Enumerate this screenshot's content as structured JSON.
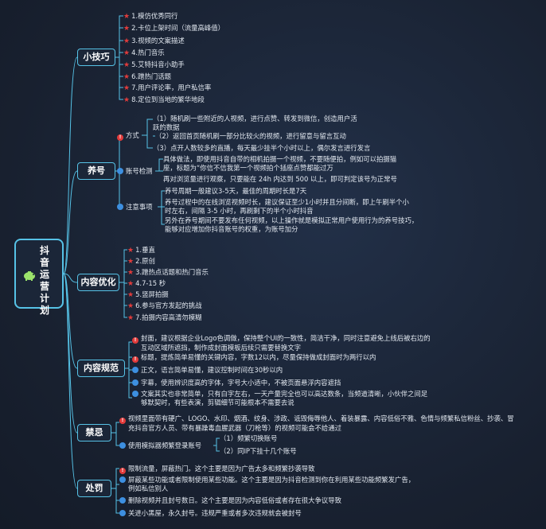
{
  "root": {
    "title": "抖音运营计划",
    "icon": "piggy-bank-icon"
  },
  "branches": {
    "tricks": {
      "label": "小技巧",
      "items": [
        "1.模仿优秀同行",
        "2.卡位上架时间（流量高峰值）",
        "3.视频的文案描述",
        "4.热门音乐",
        "5.艾特抖音小助手",
        "6.蹭热门话题",
        "7.用户评论率，用户私信率",
        "8.定位到当地的繁华地段"
      ]
    },
    "raise": {
      "label": "养号",
      "method": {
        "label": "方式",
        "items": [
          "（1）随机刷一些附近的人视频，进行点赞、转发到微信，创造用户活",
          "跃的数据",
          "（2）返回首页随机刷一部分比较火的视频，进行留意与留言互动",
          "（3）点开人数较多的直播，每天最少挂半个小时以上，偶尔发言进行发言"
        ]
      },
      "detect": {
        "label": "账号检测",
        "items": [
          "具体做法，即使用抖音自带的相机拍摄一个视频，不要随便拍，例如可以拍摄猫",
          "座，标题为“你信不信我第一个视频拍个插座点赞都能过万",
          "再对浏览量进行观察，只要能在 24h 内达到 500 以上，即可判定该号为正常号"
        ]
      },
      "notes": {
        "label": "注意事项",
        "items": [
          "养号周期一般建议3-5天，最佳的周期时长是7天",
          "养号过程中的在线浏览视频时长，建议保证至少1小时并且分间断，即上午刷半个小",
          "时左右，间隔 3-5 小时，再刷剩下的半个小时抖音",
          "另外在养号期间不要发布任何视频，以上操作就是模拟正常用户使用行为的养号技巧，",
          "能够对应增加你抖音账号的权重，为账号加分"
        ]
      }
    },
    "content_opt": {
      "label": "内容优化",
      "items": [
        "1.垂直",
        "2.原创",
        "3.蹭热点话题和热门音乐",
        "4.7-15 秒",
        "5.竖屏拍摄",
        "6.参与官方发起的挑战",
        "7.拍摄内容高清勿模糊"
      ]
    },
    "content_std": {
      "label": "内容规范",
      "items": [
        "封面，建议根据企业Logo色调做，保持整个UI的一致性，简洁干净，同时注意避免上线后被右边的",
        "互动区域所遮挡，制作成封面模板后续只需要替换文字",
        "标题，提炼简单易懂的关键内容，字数12以内，尽量保持做成封面时为两行以内",
        "正文，语言简单易懂，建议控制时间在30秒以内",
        "字幕，使用辨识度高的字体，字号大小适中，不被页面悬浮内容遮挡",
        "文案其实也非常简单，只有白字左右，一天产量完全也可以高达数条，当频道清晰，小伙伴之间足",
        "够默契时，有些表演，剪辑细节可能根本不需要去说"
      ]
    },
    "ban": {
      "label": "禁忌",
      "items": [
        "视频里面带有硬广、LOGO、水印、烟酒、纹身、涉政、诋毁侮辱他人、着装暴露、内容低俗不雅、色情与频繁私信粉丝、抄袭、冒",
        "充抖音官方人员、带有暴躁毒血腥武器（刀枪等）的视频可能会不给通过",
        "使用模拟器频繁登录账号"
      ],
      "sub": [
        "（1）频繁切换账号",
        "（2）同IP下挂十几个账号"
      ]
    },
    "punish": {
      "label": "处罚",
      "items": [
        "限制流量，屏蔽热门。这个主要是因为广告太多和频繁抄袭导致",
        "屏蔽某些功能或者限制使用某些功能。这个主要是因为抖音检测到你在利用某些功能频繁发广告，",
        "例如私信别人",
        "删除视频并且封号数日。这个主要是因为内容低俗或者存在很大争议导致",
        "关进小黑屋，永久封号。违规严重或者多次违规就会被封号"
      ]
    }
  },
  "colors": {
    "background": "#1a2232",
    "accent": "#56c2e6",
    "red_marker": "#e23b3b",
    "blue_marker": "#3d8fe0"
  }
}
